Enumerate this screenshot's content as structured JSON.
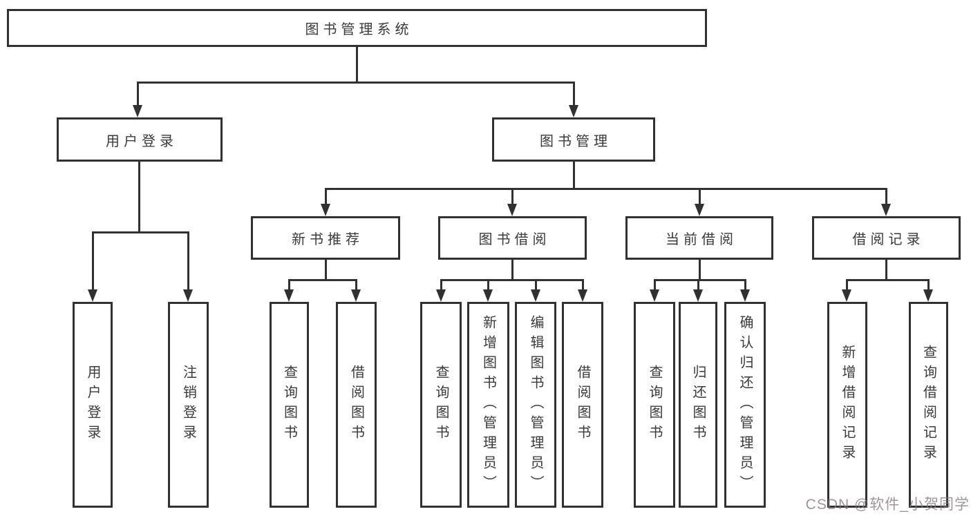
{
  "page": {
    "background": "#ffffff"
  },
  "colors": {
    "line": "#313131",
    "text": "#3a3a3a",
    "watermark": "#a79c9e"
  },
  "tree": {
    "root": {
      "label": "图书管理系统"
    },
    "branches": [
      {
        "label": "用户登录",
        "children": [
          {
            "label": "用户登录"
          },
          {
            "label": "注销登录"
          }
        ]
      },
      {
        "label": "图书管理",
        "children": [
          {
            "label": "新书推荐",
            "children": [
              {
                "label": "查询图书"
              },
              {
                "label": "借阅图书"
              }
            ]
          },
          {
            "label": "图书借阅",
            "children": [
              {
                "label": "查询图书"
              },
              {
                "label": "新增图书（管理员）"
              },
              {
                "label": "编辑图书（管理员）"
              },
              {
                "label": "借阅图书"
              }
            ]
          },
          {
            "label": "当前借阅",
            "children": [
              {
                "label": "查询图书"
              },
              {
                "label": "归还图书"
              },
              {
                "label": "确认归还（管理员）"
              }
            ]
          },
          {
            "label": "借阅记录",
            "children": [
              {
                "label": "新增借阅记录"
              },
              {
                "label": "查询借阅记录"
              }
            ]
          }
        ]
      }
    ]
  },
  "watermark": {
    "text": "CSDN @软件_小贺同学"
  }
}
